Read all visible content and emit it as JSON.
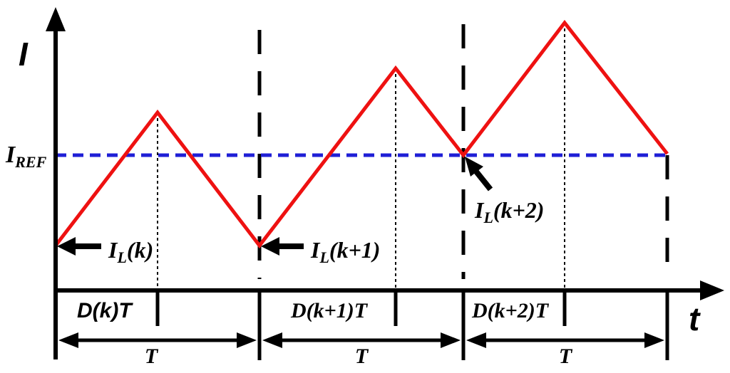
{
  "axes": {
    "y_label": "I",
    "x_label": "t"
  },
  "reference": {
    "label_main": "I",
    "label_sub": "REF",
    "color": "#1f1fd6"
  },
  "waveform": {
    "color": "#ee1111",
    "period_labels": [
      {
        "main": "I",
        "sub": "L",
        "arg": "(k)"
      },
      {
        "main": "I",
        "sub": "L",
        "arg": "(k+1)"
      },
      {
        "main": "I",
        "sub": "L",
        "arg": "(k+2)"
      }
    ]
  },
  "duty_labels": [
    "D(k)T",
    "D(k+1)T",
    "D(k+2)T"
  ],
  "period_label": "T"
}
